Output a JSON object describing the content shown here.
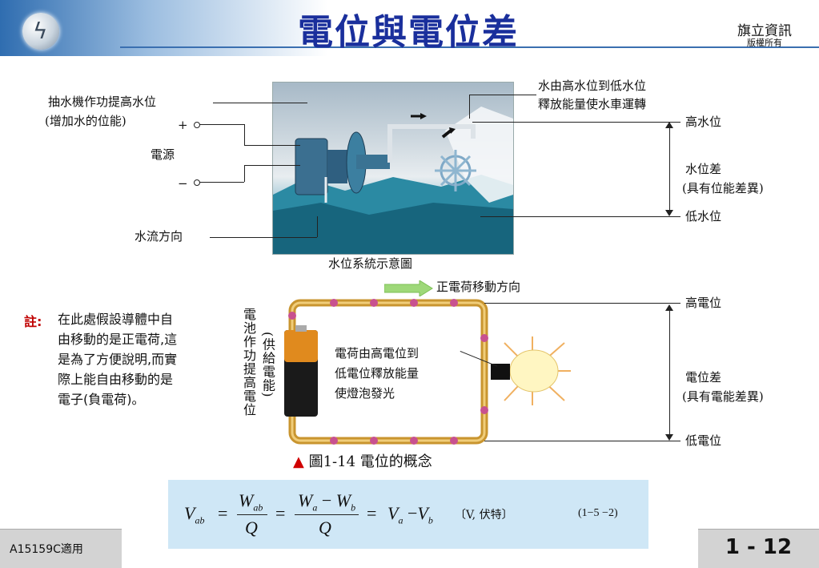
{
  "header": {
    "title": "電位與電位差",
    "publisher": "旗立資訊",
    "copyright": "版權所有"
  },
  "water_diagram": {
    "pump_label_1": "抽水機作功提高水位",
    "pump_label_2": "(增加水的位能)",
    "plus": "+",
    "power_source": "電源",
    "minus": "−",
    "flow_direction": "水流方向",
    "release_label_1": "水由高水位到低水位",
    "release_label_2": "釋放能量使水車運轉",
    "high_level": "高水位",
    "level_diff_1": "水位差",
    "level_diff_2": "(具有位能差異)",
    "low_level": "低水位",
    "caption": "水位系統示意圖"
  },
  "circuit_diagram": {
    "positive_flow": "正電荷移動方向",
    "high_potential": "高電位",
    "potential_diff_1": "電位差",
    "potential_diff_2": "(具有電能差異)",
    "low_potential": "低電位",
    "battery_note_a": "電池作功提高電位",
    "battery_note_b": "(供給電能)",
    "bulb_note_1": "電荷由高電位到",
    "bulb_note_2": "低電位釋放能量",
    "bulb_note_3": "使燈泡發光"
  },
  "note": {
    "head": "註:",
    "body": "在此處假設導體中自由移動的是正電荷,這是為了方便說明,而實際上能自由移動的是電子(負電荷)。"
  },
  "figure_caption": {
    "marker": "▲",
    "text": "圖1-14 電位的概念"
  },
  "formula": {
    "lhs": "V",
    "lhs_sub": "ab",
    "eq": "=",
    "frac1_num": "W",
    "frac1_num_sub": "ab",
    "frac1_den": "Q",
    "frac2_num_a": "W",
    "frac2_num_a_sub": "a",
    "minus": "−",
    "frac2_num_b": "W",
    "frac2_num_b_sub": "b",
    "frac2_den": "Q",
    "va": "V",
    "va_sub": "a",
    "vb": "V",
    "vb_sub": "b",
    "unit": "〔V, 伏特〕",
    "number": "(1−5 −2)"
  },
  "footer": {
    "code": "A15159C適用",
    "page": "1 - 12"
  },
  "colors": {
    "title": "#1a2f9c",
    "accent_red": "#c00000",
    "formula_bg": "#cfe7f6",
    "wire": "#d4a64a"
  }
}
